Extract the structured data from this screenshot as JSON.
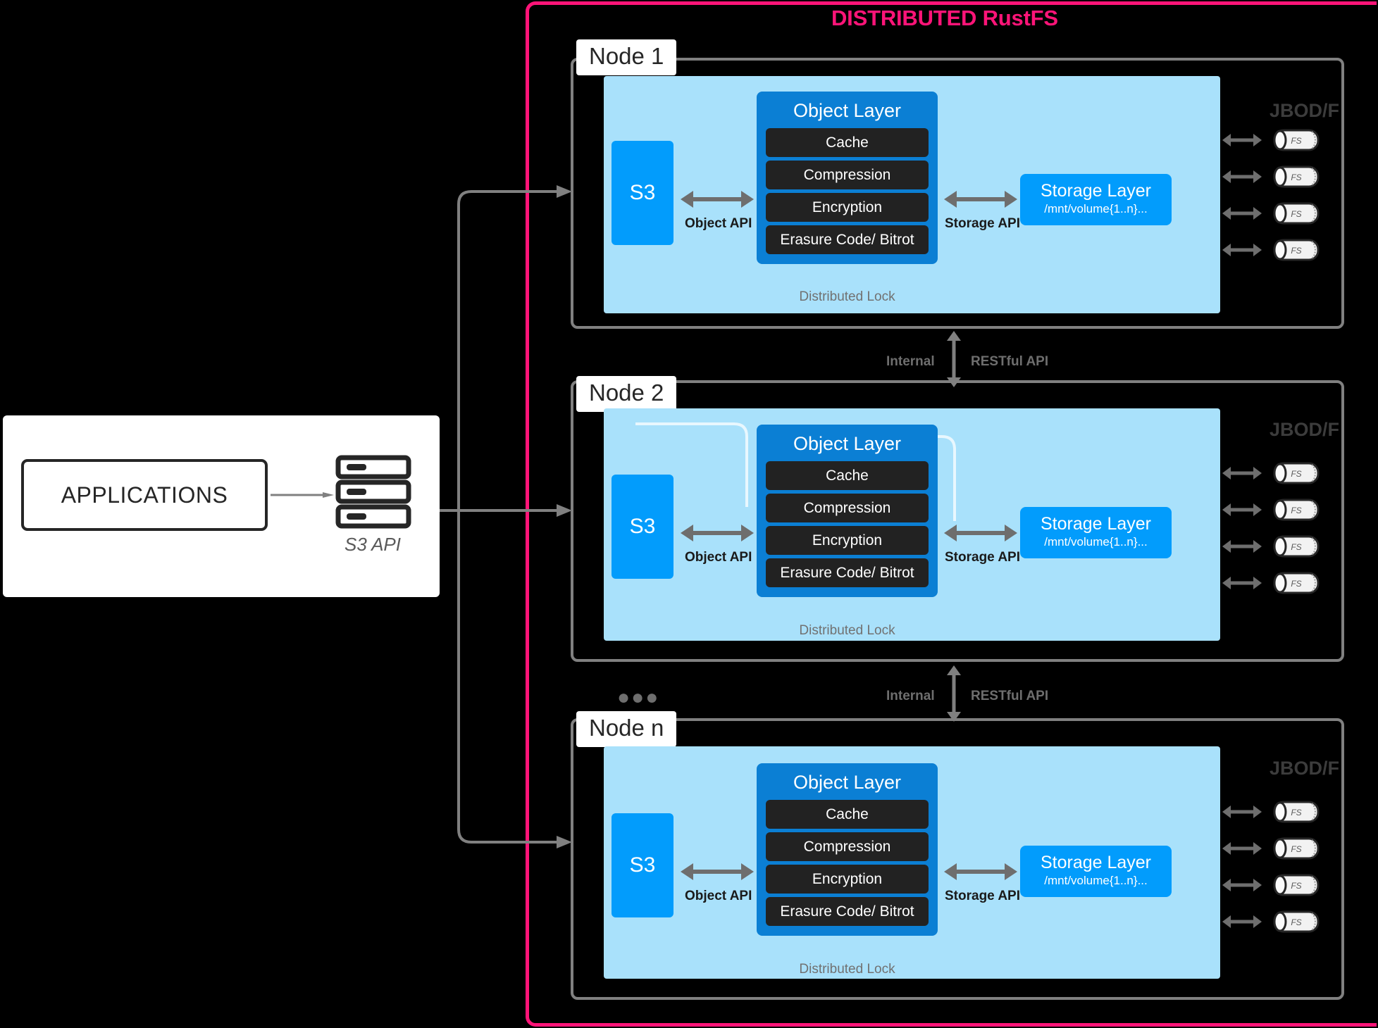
{
  "title": "DISTRIBUTED RustFS",
  "accent_color": "#FF1478",
  "colors": {
    "panel_bg": "#A9E1FB",
    "object_layer": "#0B7FD4",
    "bright_blue": "#029CFC",
    "dark_box": "#222222",
    "node_border": "#808080",
    "background": "#000000"
  },
  "applications": {
    "box_label": "APPLICATIONS",
    "api_label": "S3 API",
    "icon": "server-stack-icon"
  },
  "nodes": [
    {
      "tab_label": "Node 1",
      "s3_label": "S3",
      "object_layer": {
        "title": "Object Layer",
        "items": [
          "Cache",
          "Compression",
          "Encryption",
          "Erasure Code/ Bitrot"
        ]
      },
      "object_api_label": "Object API",
      "storage_api_label": "Storage API",
      "storage_layer": {
        "title": "Storage Layer",
        "path": "/mnt/volume{1..n}..."
      },
      "distributed_lock_label": "Distributed Lock",
      "jbod_label": "JBOD/F",
      "disks": [
        "FS",
        "FS",
        "FS",
        "FS"
      ]
    },
    {
      "tab_label": "Node 2",
      "s3_label": "S3",
      "object_layer": {
        "title": "Object Layer",
        "items": [
          "Cache",
          "Compression",
          "Encryption",
          "Erasure Code/ Bitrot"
        ]
      },
      "object_api_label": "Object API",
      "storage_api_label": "Storage API",
      "storage_layer": {
        "title": "Storage Layer",
        "path": "/mnt/volume{1..n}..."
      },
      "distributed_lock_label": "Distributed Lock",
      "jbod_label": "JBOD/F",
      "disks": [
        "FS",
        "FS",
        "FS",
        "FS"
      ]
    },
    {
      "tab_label": "Node n",
      "s3_label": "S3",
      "object_layer": {
        "title": "Object Layer",
        "items": [
          "Cache",
          "Compression",
          "Encryption",
          "Erasure Code/ Bitrot"
        ]
      },
      "object_api_label": "Object API",
      "storage_api_label": "Storage API",
      "storage_layer": {
        "title": "Storage Layer",
        "path": "/mnt/volume{1..n}..."
      },
      "distributed_lock_label": "Distributed Lock",
      "jbod_label": "JBOD/F",
      "disks": [
        "FS",
        "FS",
        "FS",
        "FS"
      ]
    }
  ],
  "links": [
    {
      "left_label": "Internal",
      "right_label": "RESTful API"
    },
    {
      "left_label": "Internal",
      "right_label": "RESTful API"
    }
  ],
  "ellipsis": "●●●"
}
